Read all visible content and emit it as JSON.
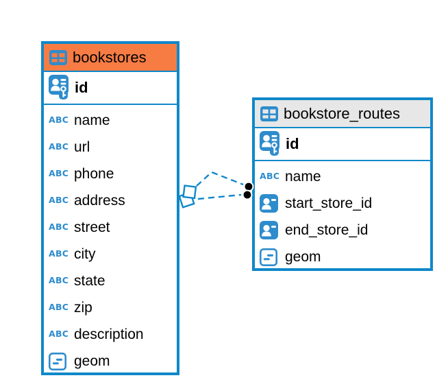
{
  "diagram": {
    "colors": {
      "table_border": "#1088c9",
      "icon_blue": "#2e8ccd",
      "connector": "#1088c9",
      "accent_orange": "#f67c44",
      "header_gray": "#e7e7e7",
      "text": "#000000"
    },
    "icons": {
      "text_type_label": "ABC",
      "table": "table-icon",
      "primary_key": "primary-key-icon",
      "foreign_key": "foreign-key-icon",
      "geometry": "geometry-type-icon"
    },
    "tables": [
      {
        "name": "bookstores",
        "header_color": "#f67c44",
        "primary_key": {
          "name": "id",
          "type": "primary-key"
        },
        "columns": [
          {
            "name": "name",
            "type": "text"
          },
          {
            "name": "url",
            "type": "text"
          },
          {
            "name": "phone",
            "type": "text"
          },
          {
            "name": "address",
            "type": "text"
          },
          {
            "name": "street",
            "type": "text"
          },
          {
            "name": "city",
            "type": "text"
          },
          {
            "name": "state",
            "type": "text"
          },
          {
            "name": "zip",
            "type": "text"
          },
          {
            "name": "description",
            "type": "text"
          },
          {
            "name": "geom",
            "type": "geometry"
          }
        ]
      },
      {
        "name": "bookstore_routes",
        "header_color": "#e7e7e7",
        "primary_key": {
          "name": "id",
          "type": "primary-key"
        },
        "columns": [
          {
            "name": "name",
            "type": "text"
          },
          {
            "name": "start_store_id",
            "type": "foreign-key"
          },
          {
            "name": "end_store_id",
            "type": "foreign-key"
          },
          {
            "name": "geom",
            "type": "geometry"
          }
        ]
      }
    ],
    "connector": {
      "style": "dashed",
      "left_endpoint": "overlapping-squares",
      "right_endpoint": "two-dots"
    }
  }
}
